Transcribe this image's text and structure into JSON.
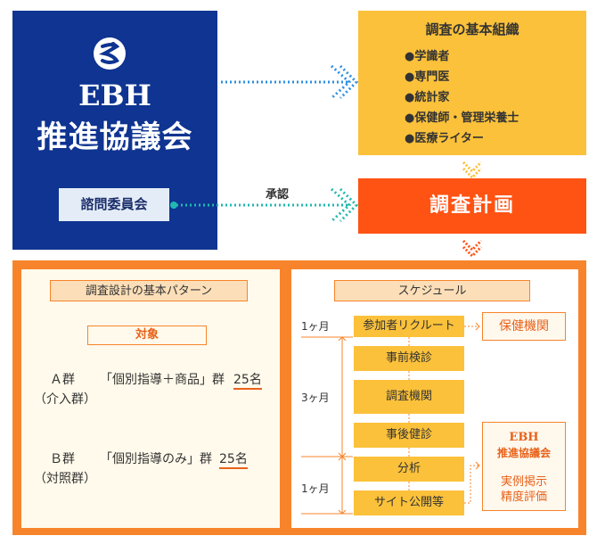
{
  "org": {
    "title": "EBH",
    "subtitle": "推進協議会",
    "advisory": "諮問委員会"
  },
  "team": {
    "title": "調査の基本組織",
    "members": [
      "●学識者",
      "●専門医",
      "●統計家",
      "●保健師・管理栄養士",
      "●医療ライター"
    ]
  },
  "plan": {
    "label": "調査計画",
    "approval": "承認"
  },
  "design": {
    "title": "調査設計の基本パターン",
    "target": "対象",
    "groups": [
      {
        "name": "Ａ群",
        "type": "（介入群）",
        "desc": "「個別指導＋商品」群",
        "count": "25名"
      },
      {
        "name": "Ｂ群",
        "type": "（対照群）",
        "desc": "「個別指導のみ」群",
        "count": "25名"
      }
    ]
  },
  "schedule": {
    "title": "スケジュール",
    "steps": [
      "参加者リクルート",
      "事前検診",
      "調査機関",
      "事後健診",
      "分析",
      "サイト公開等"
    ],
    "months": [
      "1ヶ月",
      "3ヶ月",
      "1ヶ月"
    ],
    "health_org": "保健機関",
    "ebh_title": "EBH",
    "ebh_subtitle": "推進協議会",
    "ebh_note": [
      "実例掲示",
      "精度評価"
    ]
  },
  "colors": {
    "navy": "#0f3491",
    "yellow": "#fbc13a",
    "orange_red": "#ff5314",
    "orange": "#f7842b",
    "blue_arrow": "#2e8fe0",
    "teal_arrow": "#20b8b0"
  }
}
